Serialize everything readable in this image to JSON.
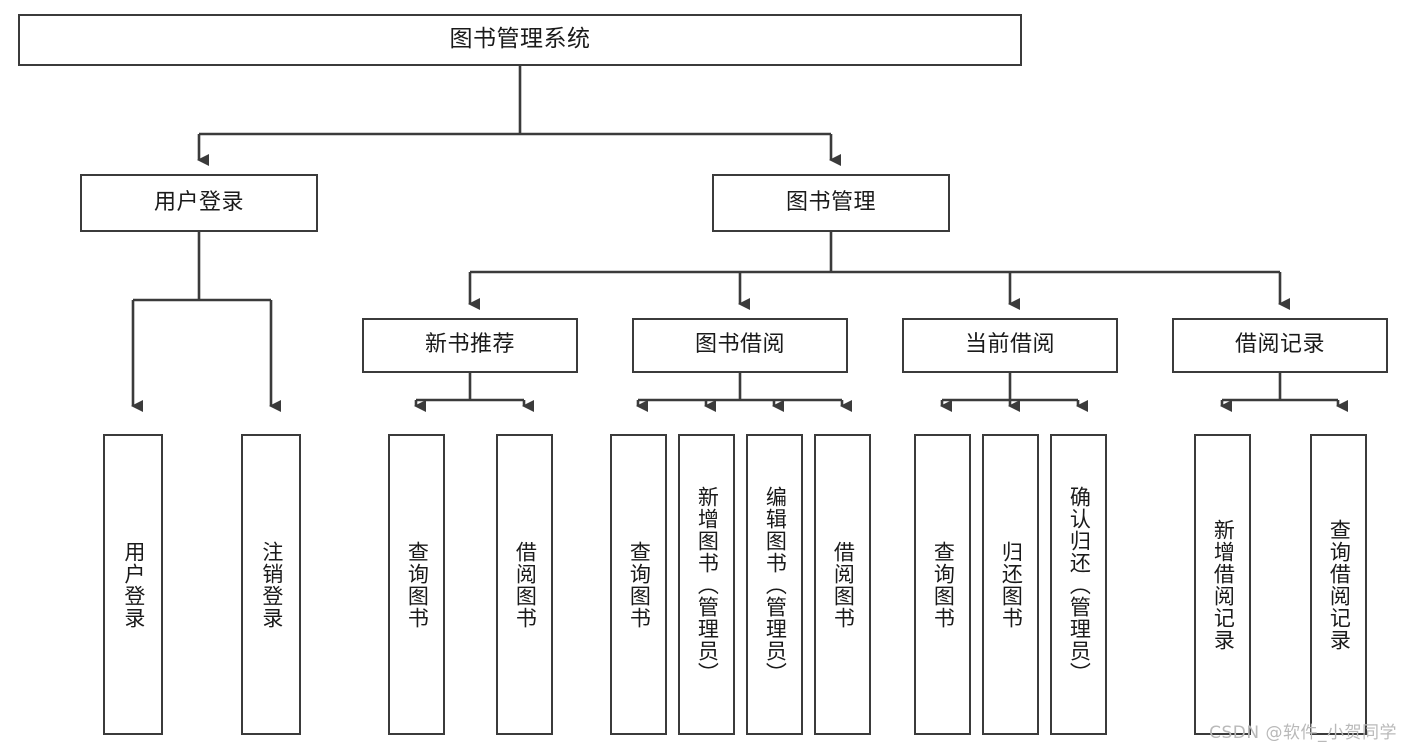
{
  "diagram": {
    "type": "tree",
    "title": "图书管理系统",
    "orientation": "top-down",
    "colors": {
      "stroke": "#3b3b3b",
      "fill": "#ffffff",
      "text": "#1a1a1a",
      "watermark": "#b9b9b9"
    },
    "root": {
      "id": "root",
      "label": "图书管理系统"
    },
    "level2": [
      {
        "id": "user-login",
        "label": "用户登录"
      },
      {
        "id": "book-manage",
        "label": "图书管理"
      }
    ],
    "level3": [
      {
        "id": "new-book-rec",
        "label": "新书推荐",
        "parent": "book-manage"
      },
      {
        "id": "book-borrow",
        "label": "图书借阅",
        "parent": "book-manage"
      },
      {
        "id": "current-borrow",
        "label": "当前借阅",
        "parent": "book-manage"
      },
      {
        "id": "borrow-record",
        "label": "借阅记录",
        "parent": "book-manage"
      }
    ],
    "leaves": [
      {
        "id": "leaf-user-login",
        "label": "用户登录",
        "parent": "user-login"
      },
      {
        "id": "leaf-user-logout",
        "label": "注销登录",
        "parent": "user-login"
      },
      {
        "id": "leaf-rec-query-book",
        "label": "查询图书",
        "parent": "new-book-rec"
      },
      {
        "id": "leaf-rec-borrow-book",
        "label": "借阅图书",
        "parent": "new-book-rec"
      },
      {
        "id": "leaf-borrow-query-book",
        "label": "查询图书",
        "parent": "book-borrow"
      },
      {
        "id": "leaf-borrow-add-book",
        "label": "新增图书（管理员）",
        "parent": "book-borrow"
      },
      {
        "id": "leaf-borrow-edit-book",
        "label": "编辑图书（管理员）",
        "parent": "book-borrow"
      },
      {
        "id": "leaf-borrow-borrow-book",
        "label": "借阅图书",
        "parent": "book-borrow"
      },
      {
        "id": "leaf-cur-query-book",
        "label": "查询图书",
        "parent": "current-borrow"
      },
      {
        "id": "leaf-cur-return-book",
        "label": "归还图书",
        "parent": "current-borrow"
      },
      {
        "id": "leaf-cur-confirm-return",
        "label": "确认归还（管理员）",
        "parent": "current-borrow"
      },
      {
        "id": "leaf-rec-add-record",
        "label": "新增借阅记录",
        "parent": "borrow-record"
      },
      {
        "id": "leaf-rec-query-record",
        "label": "查询借阅记录",
        "parent": "borrow-record"
      }
    ],
    "watermark": "CSDN @软件_小贺同学"
  }
}
